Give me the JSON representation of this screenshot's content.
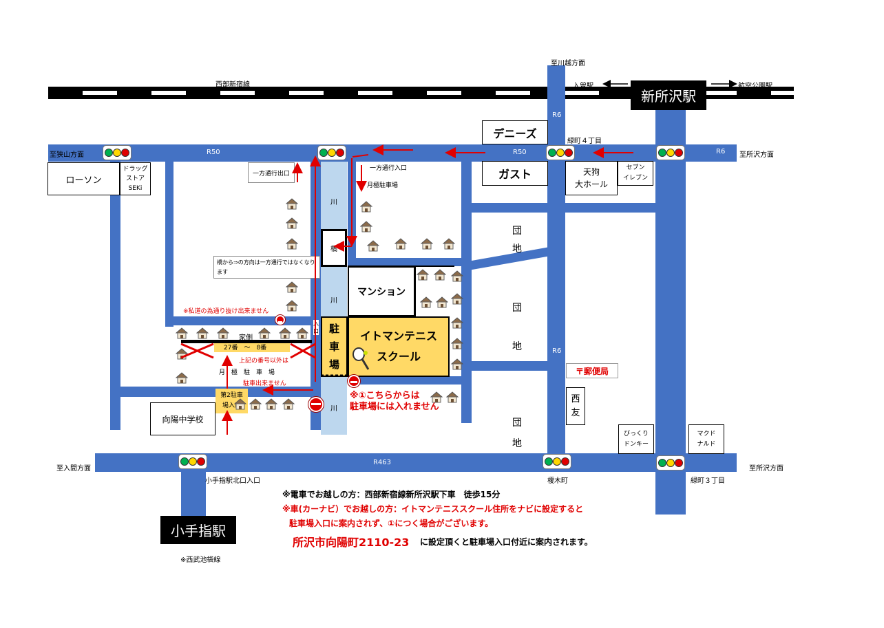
{
  "rail": {
    "seibu_shinjuku": "西部新宿線",
    "to_kawagoe": "至川越方面",
    "iriso": "入曽駅",
    "kokukoen": "航空公園駅",
    "shin_tokorozawa": "新所沢駅",
    "kotesashi": "小手指駅",
    "seibu_ikebukuro": "※西武池袋線"
  },
  "roads": {
    "r50_left": "R50",
    "r50_mid": "R50",
    "r6_right": "R6",
    "r6_top": "R6",
    "r6_mid": "R6",
    "r463": "R463"
  },
  "directions": {
    "sayama": "至狭山方面",
    "tokorozawa_top": "至所沢方面",
    "iruma": "至入間方面",
    "tokorozawa_bottom": "至所沢方面"
  },
  "intersections": {
    "midori4": "緑町４丁目",
    "enokicho": "榎木町",
    "midori3": "緑町３丁目",
    "kotesashi_north": "小手指駅北口入口"
  },
  "places": {
    "lawson": "ローソン",
    "drugstore": "ドラッグ\nストア\nSEKi",
    "dennys": "デニーズ",
    "gusto": "ガスト",
    "tengu": "天狗\n大ホール",
    "seven": "セブン\nイレブン",
    "danchi1": "団\n地",
    "danchi2": "団\n地",
    "danchi3": "団\n地",
    "post": "〒郵便局",
    "nishitomo": "西\n友",
    "bikkuri": "びっくり\nドンキー",
    "mcd": "マクド\nナルド",
    "mansion": "マンション",
    "tennis": "イトマンテニス\nスクール",
    "parking": "駐\n車\n場",
    "school": "向陽中学校",
    "parking2": "第2駐車\n場入口",
    "river1": "川",
    "river2": "川",
    "river3": "川",
    "bridge": "橋",
    "iriguchi": "入\n口",
    "yakedo": "家側"
  },
  "notes": {
    "oneway_exit": "一方通行出口",
    "oneway_entry": "一方通行入口",
    "monthly_parking": "月極駐車場",
    "bridge_note": "橋から⇒の方向は一方通行ではなくなります",
    "private_road": "※私道の為通り抜け出来ません",
    "numbers": "27番　～　8番",
    "numbers_other": "上記の番号以外は",
    "monthly": "月　極　駐　車　場",
    "no_park": "駐車出来ません",
    "no_entry_here": "※①こちらからは\n駐車場には入れません"
  },
  "footer": {
    "train": "※電車でお越しの方：西部新宿線新所沢駅下車　徒歩15分",
    "car1": "※車(カーナビ）でお越しの方：イトマンテニススクール住所をナビに設定すると",
    "car2": "駐車場入口に案内されず、①につく場合がございます。",
    "address": "所沢市向陽町2110-23",
    "address_after": "に設定頂くと駐車場入口付近に案内されます。"
  },
  "colors": {
    "road": "#4472c4",
    "river": "#bdd7ee",
    "highlight": "#ffd966",
    "alert": "#e00000"
  }
}
